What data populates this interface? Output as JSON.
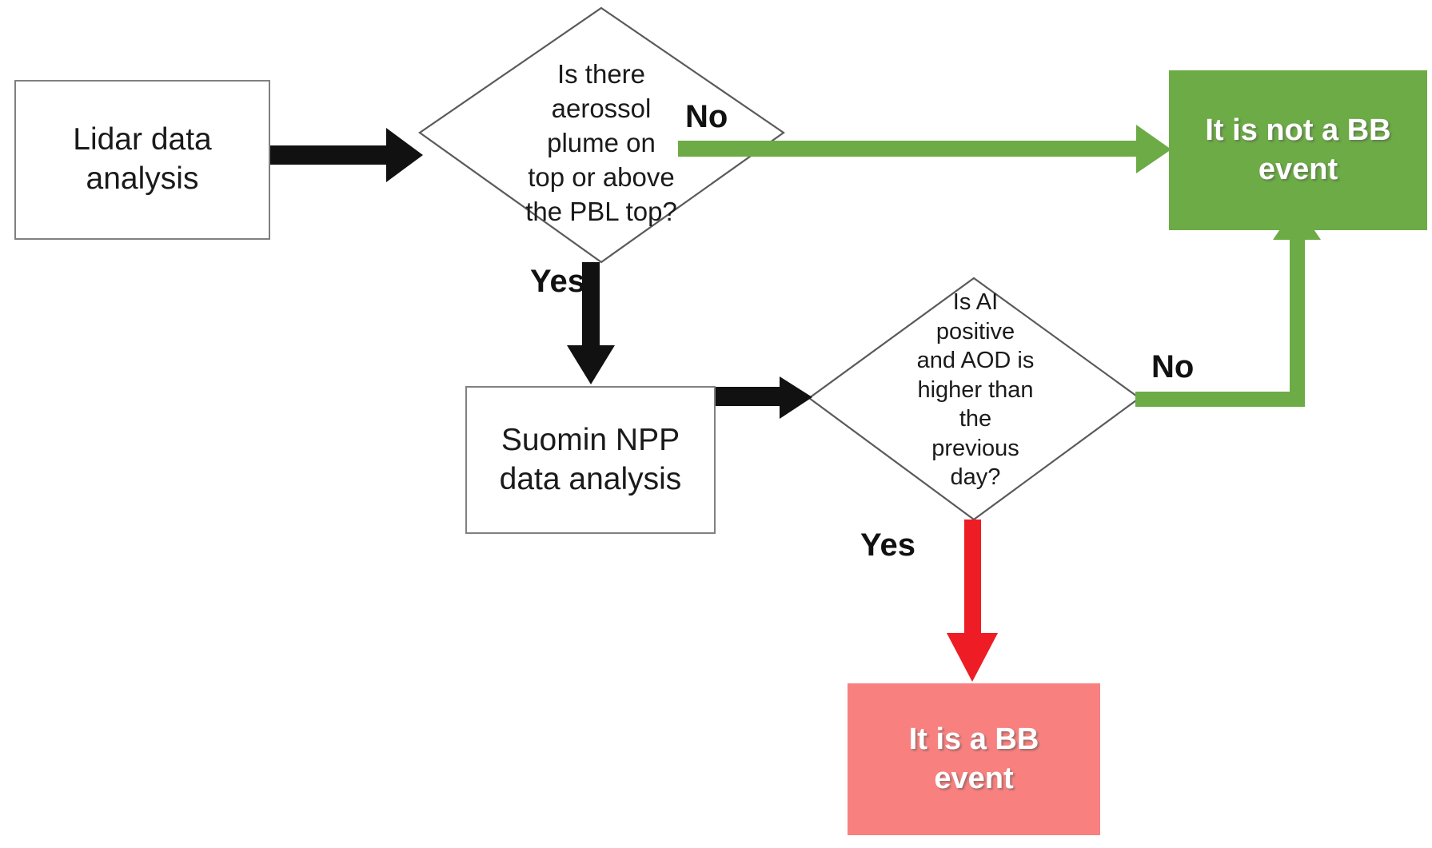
{
  "diagram": {
    "title": "Biomass burning event identification flowchart",
    "colors": {
      "green": "#6cab45",
      "pink": "#f8807f",
      "black": "#111111",
      "red": "#ee1c24",
      "box_border": "#808080"
    },
    "nodes": {
      "lidar": {
        "type": "process",
        "label": "Lidar data\nanalysis"
      },
      "diamond_1": {
        "type": "decision",
        "label": "Is there\naerossol\nplume on\ntop or above\nthe PBL top?"
      },
      "suomin": {
        "type": "process",
        "label": "Suomin NPP\ndata analysis"
      },
      "diamond_2": {
        "type": "decision",
        "label": "Is AI\npositive\nand AOD is\nhigher than\nthe\nprevious\nday?"
      },
      "not_bb": {
        "type": "terminal",
        "label": "It is not a BB\nevent"
      },
      "is_bb": {
        "type": "terminal",
        "label": "It is a BB\nevent"
      }
    },
    "edges": [
      {
        "from": "lidar",
        "to": "diamond_1",
        "label": "",
        "color": "#111111"
      },
      {
        "from": "diamond_1",
        "to": "not_bb",
        "label": "No",
        "color": "#6cab45"
      },
      {
        "from": "diamond_1",
        "to": "suomin",
        "label": "Yes",
        "color": "#111111"
      },
      {
        "from": "suomin",
        "to": "diamond_2",
        "label": "",
        "color": "#111111"
      },
      {
        "from": "diamond_2",
        "to": "not_bb",
        "label": "No",
        "color": "#6cab45"
      },
      {
        "from": "diamond_2",
        "to": "is_bb",
        "label": "Yes",
        "color": "#ee1c24"
      }
    ],
    "edge_labels": {
      "no_1": "No",
      "yes_1": "Yes",
      "no_2": "No",
      "yes_2": "Yes"
    }
  }
}
